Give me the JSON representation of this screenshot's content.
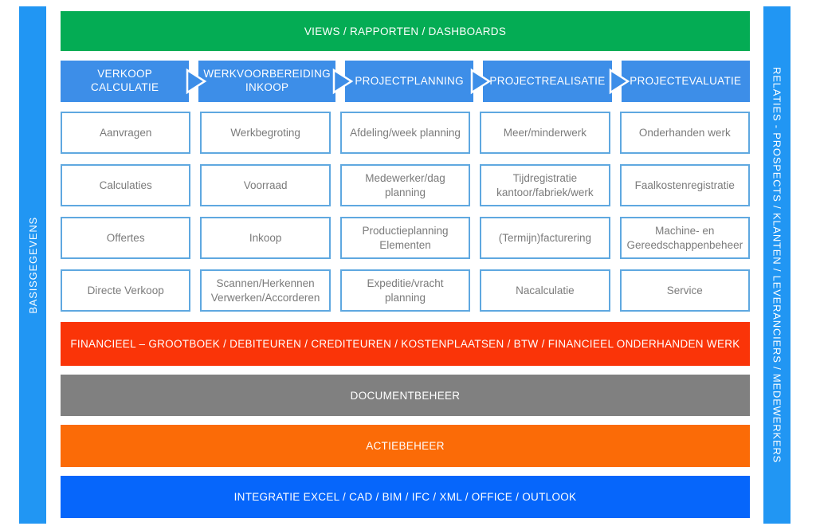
{
  "colors": {
    "side_bar_blue": "#2196F3",
    "header_blue": "#3D8EE8",
    "green": "#04AC54",
    "red": "#FA3408",
    "gray": "#808080",
    "orange": "#FB6B07",
    "integration_blue": "#0666FB",
    "cell_border": "#5FA8E0",
    "cell_text": "#7B7B7B"
  },
  "left_bar": {
    "label": "BASISGEGEVENS"
  },
  "right_bar": {
    "label": "RELATIES - PROSPECTS / KLANTEN / LEVERANCIERS / MEDEWERKERS"
  },
  "top_bar": {
    "label": "VIEWS / RAPPORTEN / DASHBOARDS"
  },
  "columns": [
    {
      "header": "VERKOOP CALCULATIE",
      "cells": [
        "Aanvragen",
        "Calculaties",
        "Offertes",
        "Directe Verkoop"
      ]
    },
    {
      "header": "WERKVOORBEREIDING INKOOP",
      "cells": [
        "Werkbegroting",
        "Voorraad",
        "Inkoop",
        "Scannen/Herkennen Verwerken/Accorderen"
      ]
    },
    {
      "header": "PROJECTPLANNING",
      "cells": [
        "Afdeling/week planning",
        "Medewerker/dag planning",
        "Productieplanning Elementen",
        "Expeditie/vracht planning"
      ]
    },
    {
      "header": "PROJECTREALISATIE",
      "cells": [
        "Meer/minderwerk",
        "Tijdregistratie kantoor/fabriek/werk",
        "(Termijn)facturering",
        "Nacalculatie"
      ]
    },
    {
      "header": "PROJECTEVALUATIE",
      "cells": [
        "Onderhanden werk",
        "Faalkostenregistratie",
        "Machine- en Gereedschappenbeheer",
        "Service"
      ]
    }
  ],
  "bottom_bars": [
    {
      "id": "financieel",
      "label": "FINANCIEEL – GROOTBOEK / DEBITEUREN / CREDITEUREN / KOSTENPLAATSEN / BTW / FINANCIEEL ONDERHANDEN WERK",
      "color": "#FA3408"
    },
    {
      "id": "documentbeheer",
      "label": "DOCUMENTBEHEER",
      "color": "#808080"
    },
    {
      "id": "actiebeheer",
      "label": "ACTIEBEHEER",
      "color": "#FB6B07"
    },
    {
      "id": "integratie",
      "label": "INTEGRATIE EXCEL / CAD / BIM / IFC / XML / OFFICE / OUTLOOK",
      "color": "#0666FB"
    }
  ]
}
